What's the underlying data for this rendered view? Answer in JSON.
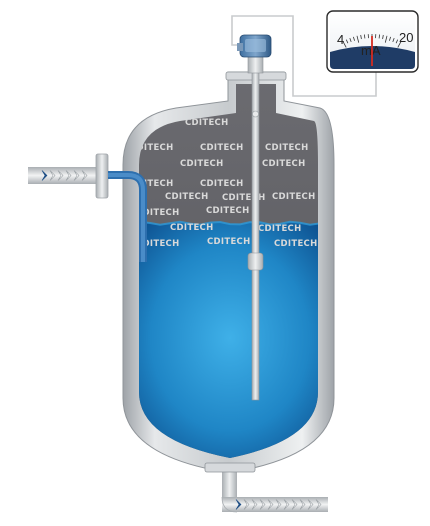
{
  "meter": {
    "scale_min": "4",
    "scale_max": "20",
    "unit": "mA",
    "needle_fraction": 0.5
  },
  "watermark": {
    "text": "CDITECH"
  },
  "tank": {
    "liquid_level_fraction": 0.62
  },
  "colors": {
    "vapor": "#5e5e62",
    "liquid": "#1f86c6",
    "steel": "#bfc3c7",
    "pipe": "#d4d7da",
    "flow_arrow": "#1f4f86",
    "needle": "#d42a1f"
  },
  "icons": {
    "inlet_arrows": "chevron-right-icon",
    "outlet_arrows": "chevron-right-icon"
  }
}
